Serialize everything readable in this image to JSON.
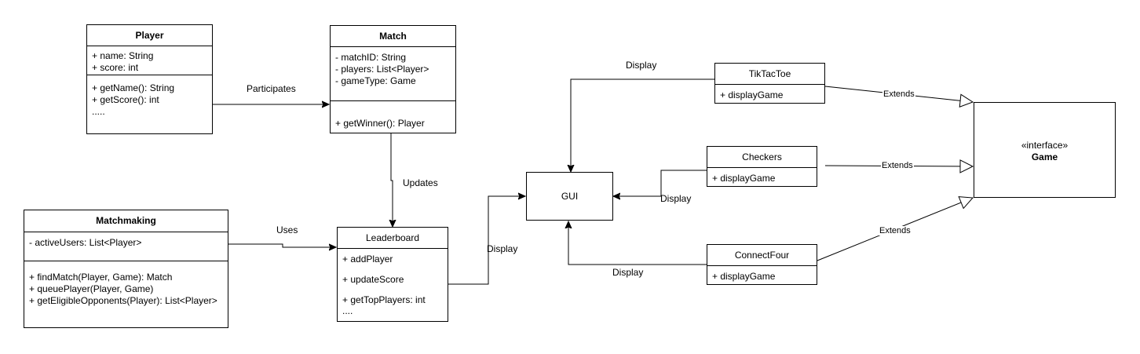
{
  "player": {
    "title": "Player",
    "attributes": [
      "+ name: String",
      "+ score: int"
    ],
    "methods": [
      "+ getName(): String",
      "+ getScore(): int",
      "....."
    ]
  },
  "match": {
    "title": "Match",
    "attributes": [
      "- matchID: String",
      "- players: List<Player>",
      "- gameType: Game"
    ],
    "methods": [
      "+ getWinner(): Player"
    ]
  },
  "matchmaking": {
    "title": "Matchmaking",
    "attributes": [
      "- activeUsers: List<Player>"
    ],
    "methods": [
      "+ findMatch(Player, Game): Match",
      "+ queuePlayer(Player, Game)",
      "+ getEligibleOpponents(Player): List<Player>"
    ]
  },
  "leaderboard": {
    "title": "Leaderboard",
    "items": [
      "+ addPlayer",
      "+ updateScore",
      "+ getTopPlayers: int",
      "...."
    ]
  },
  "gui": {
    "title": "GUI"
  },
  "tiktactoe": {
    "title": "TikTacToe",
    "items": [
      "+ displayGame"
    ]
  },
  "checkers": {
    "title": "Checkers",
    "items": [
      "+ displayGame"
    ]
  },
  "connectfour": {
    "title": "ConnectFour",
    "items": [
      "+ displayGame"
    ]
  },
  "game": {
    "stereotype": "«interface»",
    "title": "Game"
  },
  "labels": {
    "participates": "Participates",
    "updates": "Updates",
    "uses": "Uses",
    "display_leaderboard": "Display",
    "display_tiktactoe": "Display",
    "display_checkers": "Display",
    "display_connectfour": "Display",
    "extends_tiktactoe": "Extends",
    "extends_checkers": "Extends",
    "extends_connectfour": "Extends"
  }
}
